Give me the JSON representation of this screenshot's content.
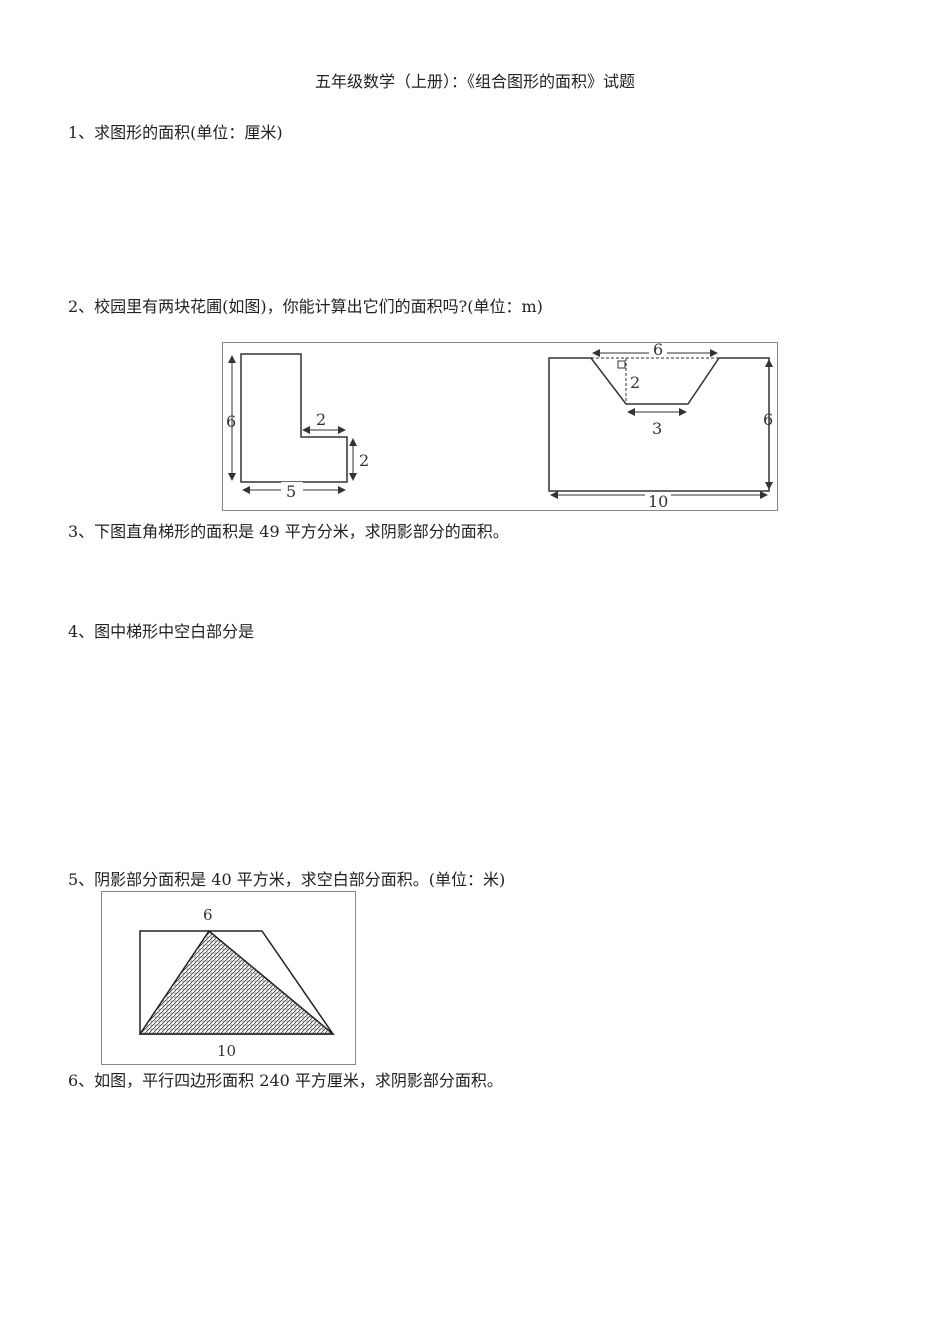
{
  "title": "五年级数学（上册）：《组合图形的面积》试题",
  "questions": {
    "q1": "1、求图形的面积(单位：厘米)",
    "q2": "2、校园里有两块花圃(如图)，你能计算出它们的面积吗?(单位：m)",
    "q3": "3、下图直角梯形的面积是 49 平方分米，求阴影部分的面积。",
    "q4": "4、图中梯形中空白部分是",
    "q5": "5、阴影部分面积是 40 平方米，求空白部分面积。(单位：米)",
    "q6": "6、如图，平行四边形面积 240 平方厘米，求阴影部分面积。"
  },
  "figure2": {
    "left_shape": {
      "height": "6",
      "notch_width": "2",
      "notch_height": "2",
      "base": "5"
    },
    "right_shape": {
      "top": "6",
      "depth": "2",
      "bottom": "3",
      "height": "6",
      "base": "10"
    }
  },
  "figure5": {
    "top": "6",
    "base": "10"
  }
}
